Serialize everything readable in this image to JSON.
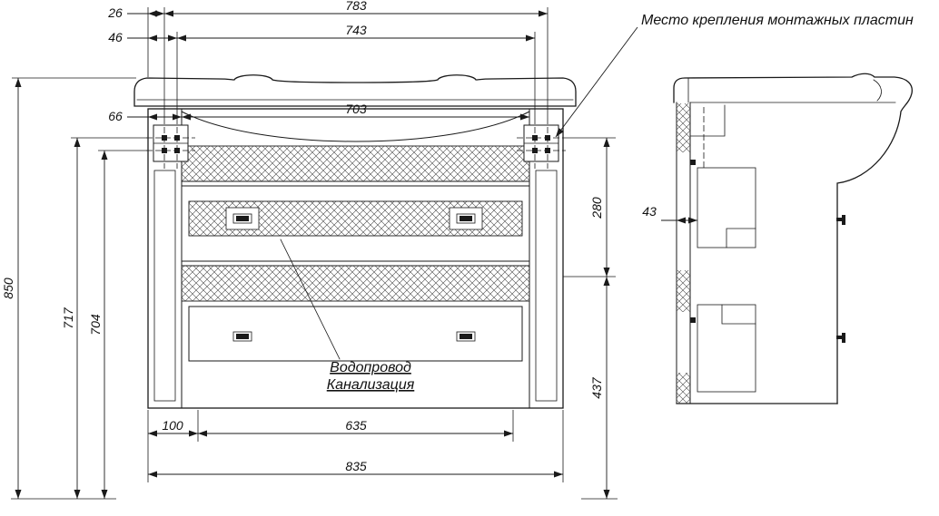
{
  "drawing": {
    "note_mounting": "Место крепления монтажных пластин",
    "label_water": "Водопровод",
    "label_sewer": "Канализация",
    "dims": {
      "d26": "26",
      "d46": "46",
      "d66": "66",
      "d783": "783",
      "d743": "743",
      "d703": "703",
      "d850": "850",
      "d717": "717",
      "d704": "704",
      "d280": "280",
      "d437": "437",
      "d100": "100",
      "d635": "635",
      "d835": "835",
      "d43": "43"
    },
    "colors": {
      "line": "#1a1a1a",
      "background": "#ffffff",
      "hatch": "#4a4a4a"
    }
  }
}
